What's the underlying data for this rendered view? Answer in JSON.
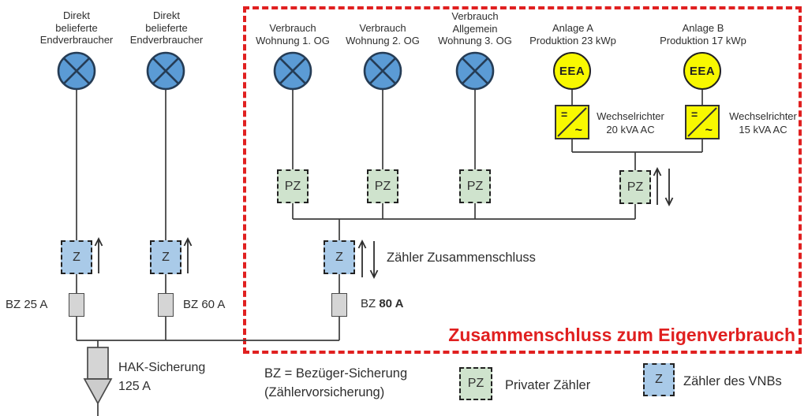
{
  "nodes": {
    "consumer1_label": "Direkt\nbelieferte\nEndverbraucher",
    "consumer2_label": "Direkt\nbelieferte\nEndverbraucher",
    "flat1_label": "Verbrauch\nWohnung 1. OG",
    "flat2_label": "Verbrauch\nWohnung 2. OG",
    "flat3_label": "Verbrauch\nAllgemein\nWohnung 3. OG",
    "plantA_label": "Anlage A\nProduktion 23 kWp",
    "plantB_label": "Anlage B\nProduktion 17 kWp",
    "eea_label": "EEA",
    "inverterA_label": "Wechselrichter\n20 kVA AC",
    "inverterB_label": "Wechselrichter\n15 kVA AC",
    "inverter_dc_symbol": "=",
    "inverter_ac_symbol": "~",
    "pz_label": "PZ",
    "z_label": "Z",
    "meter_join_label": "Zähler Zusammenschluss",
    "bz25_label": "BZ 25 A",
    "bz60_label": "BZ 60 A",
    "bz80_prefix": "BZ",
    "bz80_bold": "80 A",
    "hak_label": "HAK-Sicherung\n125 A"
  },
  "banner_text": "Zusammenschluss zum Eigenverbrauch",
  "legend": {
    "bz_definition": "BZ = Bezüger-Sicherung\n(Zählervorsicherung)",
    "pz_box_label": "PZ",
    "pz_text": "Privater Zähler",
    "z_box_label": "Z",
    "z_text": "Zähler des VNBs"
  },
  "colors": {
    "lamp_fill": "#5b9bd5",
    "eea_fill": "#f8f800",
    "pz_fill": "#cfe3cd",
    "z_fill": "#a9cae8",
    "fuse_fill": "#d5d5d5",
    "wire": "#3c3c3c",
    "red_accent": "#e02020"
  }
}
